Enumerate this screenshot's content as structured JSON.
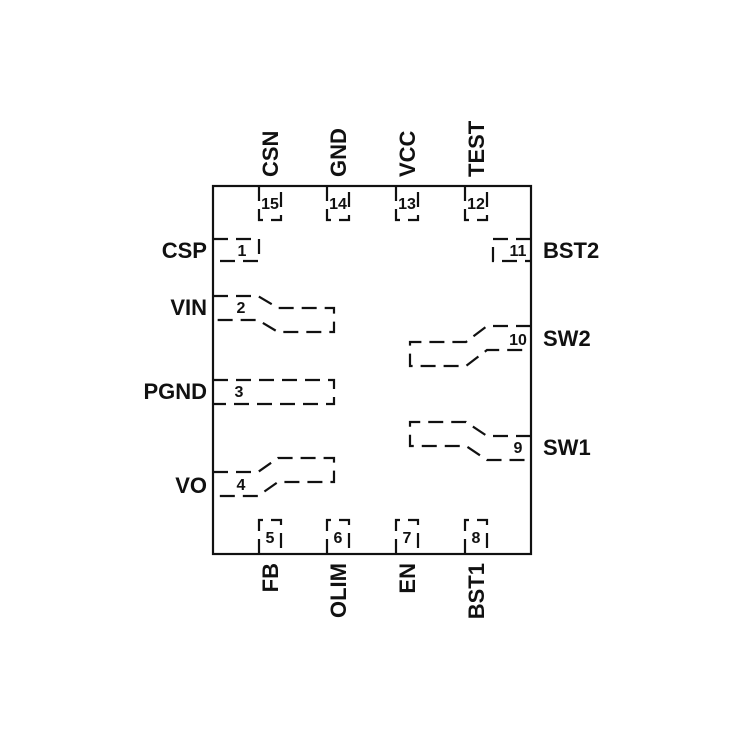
{
  "package": {
    "pins": [
      {
        "num": "1",
        "name": "CSP"
      },
      {
        "num": "2",
        "name": "VIN"
      },
      {
        "num": "3",
        "name": "PGND"
      },
      {
        "num": "4",
        "name": "VO"
      },
      {
        "num": "5",
        "name": "FB"
      },
      {
        "num": "6",
        "name": "OLIM"
      },
      {
        "num": "7",
        "name": "EN"
      },
      {
        "num": "8",
        "name": "BST1"
      },
      {
        "num": "9",
        "name": "SW1"
      },
      {
        "num": "10",
        "name": "SW2"
      },
      {
        "num": "11",
        "name": "BST2"
      },
      {
        "num": "12",
        "name": "TEST"
      },
      {
        "num": "13",
        "name": "VCC"
      },
      {
        "num": "14",
        "name": "GND"
      },
      {
        "num": "15",
        "name": "CSN"
      }
    ]
  },
  "colors": {
    "stroke": "#111111",
    "background": "#ffffff"
  }
}
